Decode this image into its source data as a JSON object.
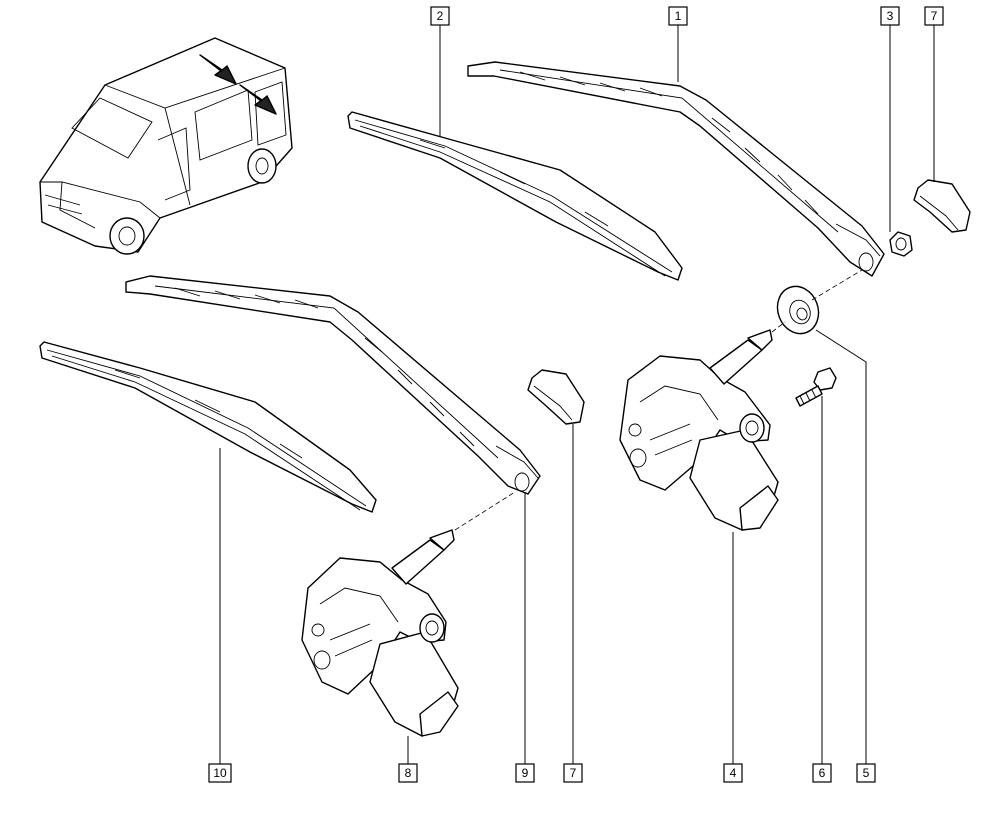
{
  "callouts": {
    "c1": "1",
    "c2": "2",
    "c3": "3",
    "c7a": "7",
    "c10": "10",
    "c8": "8",
    "c9": "9",
    "c7b": "7",
    "c4": "4",
    "c6": "6",
    "c5": "5"
  },
  "colors": {
    "line": "#000000",
    "background": "#ffffff"
  }
}
